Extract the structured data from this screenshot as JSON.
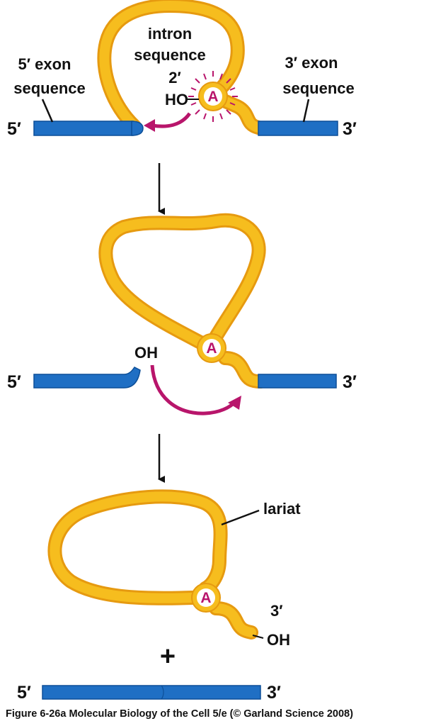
{
  "colors": {
    "exon": "#1f6fc4",
    "exon_dark": "#0d4f98",
    "intron": "#f6bd1e",
    "intron_edge": "#e69a10",
    "accent": "#b8156b",
    "text": "#111111"
  },
  "step1": {
    "intron_label_line1": "intron",
    "intron_label_line2": "sequence",
    "five_exon_line1": "5′ exon",
    "five_exon_line2": "sequence",
    "three_exon_line1": "3′ exon",
    "three_exon_line2": "sequence",
    "two_prime": "2′",
    "ho": "HO",
    "adenine": "A",
    "end_5": "5′",
    "end_3": "3′"
  },
  "step2": {
    "oh": "OH",
    "adenine": "A",
    "end_5": "5′",
    "end_3": "3′"
  },
  "step3": {
    "lariat": "lariat",
    "adenine": "A",
    "three_prime": "3′",
    "oh": "OH",
    "plus": "+",
    "end_5": "5′",
    "end_3": "3′"
  },
  "caption": "Figure 6-26a  Molecular Biology of the Cell 5/e (© Garland Science 2008)"
}
